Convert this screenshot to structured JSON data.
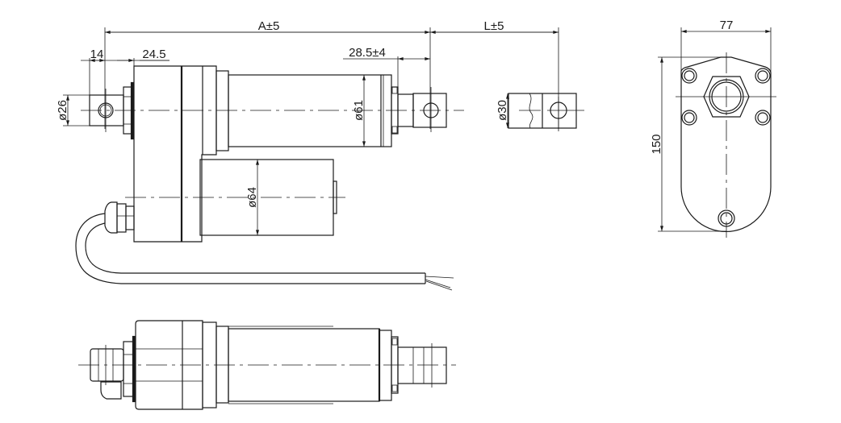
{
  "drawing": {
    "title": "Linear actuator dimension drawing",
    "side_view": {
      "dim_overall": "A±5",
      "dim_stroke": "L±5",
      "dim_clevis_offset": "14",
      "dim_housing_offset": "24.5",
      "dim_rod_end": "28.5±4",
      "dim_clevis_dia": "ø26",
      "dim_tube_dia": "ø61",
      "dim_motor_dia": "ø64",
      "dim_rod_end_dia": "ø30"
    },
    "end_view": {
      "dim_width": "77",
      "dim_height": "150"
    }
  }
}
